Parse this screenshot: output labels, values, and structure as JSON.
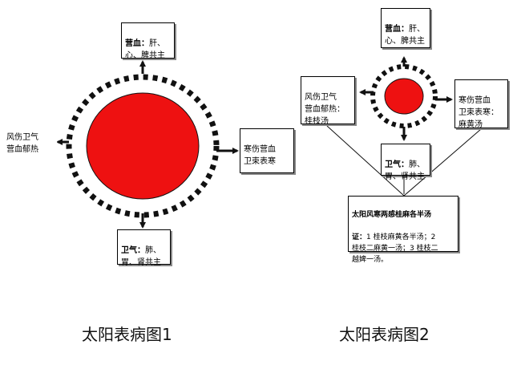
{
  "diagram1": {
    "caption": "太阳表病图1",
    "top_box": {
      "head": "营血：",
      "body": "肝、\n心、脾共主"
    },
    "left_box": {
      "text": "风伤卫气\n营血郁热"
    },
    "right_box": {
      "text": "寒伤营血\n卫束表寒"
    },
    "bottom_box": {
      "head": "卫气：",
      "body": "肺、\n胃、肾共主"
    }
  },
  "diagram2": {
    "caption": "太阳表病图2",
    "top_box": {
      "head": "营血：",
      "body": "肝、\n心、脾共主"
    },
    "left_box": {
      "text": "风伤卫气\n营血郁热：\n桂枝汤"
    },
    "right_box": {
      "text": "寒伤营血\n卫束表寒：\n麻黄汤"
    },
    "bottom_box": {
      "head": "卫气：",
      "body": "肺、\n胃、肾共主"
    },
    "summary_box": {
      "title": "太阳风寒两感桂麻各半汤",
      "head": "证：",
      "body": "1 桂枝麻黄各半汤；2\n桂枝二麻黄一汤；3 桂枝二\n越婢一汤。"
    }
  },
  "colors": {
    "core_fill": "#ee1111",
    "ring": "#111111",
    "arrow": "#111111"
  }
}
